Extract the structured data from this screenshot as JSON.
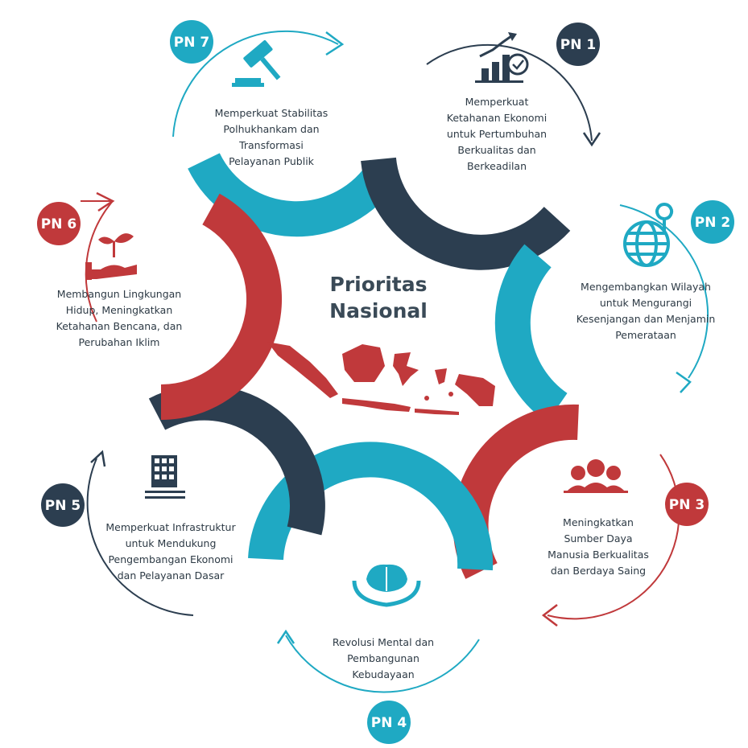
{
  "title_lines": [
    "Prioritas",
    "Nasional"
  ],
  "colors": {
    "teal": "#1fa9c3",
    "navy": "#2c3e50",
    "red": "#c0393b",
    "text": "#2d3a45"
  },
  "priorities": [
    {
      "badge": "PN 1",
      "icon": "growth-chart-icon",
      "color": "navy",
      "lines": [
        "Memperkuat",
        "Ketahanan Ekonomi",
        "untuk Pertumbuhan",
        "Berkualitas dan",
        "Berkeadilan"
      ]
    },
    {
      "badge": "PN 2",
      "icon": "globe-location-icon",
      "color": "teal",
      "lines": [
        "Mengembangkan Wilayah",
        "untuk Mengurangi",
        "Kesenjangan dan Menjamin",
        "Pemerataan"
      ]
    },
    {
      "badge": "PN 3",
      "icon": "people-group-icon",
      "color": "red",
      "lines": [
        "Meningkatkan",
        "Sumber Daya",
        "Manusia Berkualitas",
        "dan Berdaya Saing"
      ]
    },
    {
      "badge": "PN 4",
      "icon": "brain-hands-icon",
      "color": "teal",
      "lines": [
        "Revolusi Mental dan",
        "Pembangunan",
        "Kebudayaan"
      ]
    },
    {
      "badge": "PN 5",
      "icon": "building-icon",
      "color": "navy",
      "lines": [
        "Memperkuat Infrastruktur",
        "untuk Mendukung",
        "Pengembangan Ekonomi",
        "dan Pelayanan Dasar"
      ]
    },
    {
      "badge": "PN 6",
      "icon": "plant-hand-icon",
      "color": "red",
      "lines": [
        "Membangun Lingkungan",
        "Hidup, Meningkatkan",
        "Ketahanan Bencana, dan",
        "Perubahan Iklim"
      ]
    },
    {
      "badge": "PN 7",
      "icon": "gavel-icon",
      "color": "teal",
      "lines": [
        "Memperkuat Stabilitas",
        "Polhukhankam dan",
        "Transformasi",
        "Pelayanan Publik"
      ]
    }
  ]
}
